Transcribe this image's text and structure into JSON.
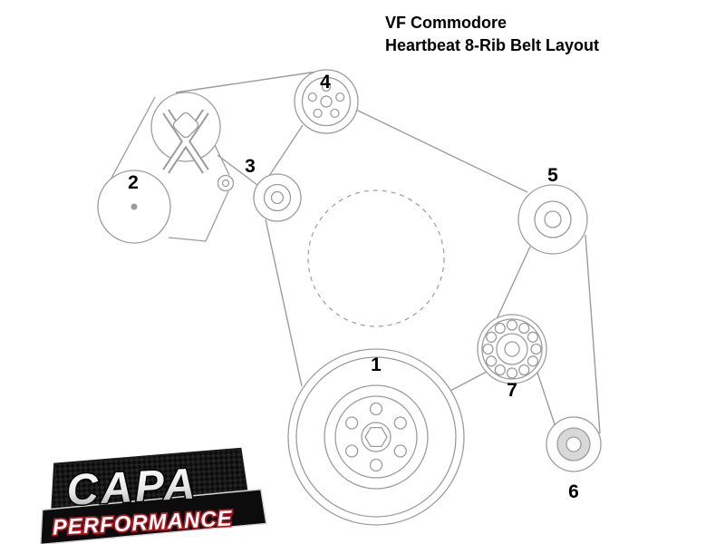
{
  "title": {
    "line1": "VF Commodore",
    "line2": "Heartbeat 8-Rib Belt Layout"
  },
  "labels": {
    "p1": "1",
    "p2": "2",
    "p3": "3",
    "p4": "4",
    "p5": "5",
    "p6": "6",
    "p7": "7"
  },
  "logo": {
    "line1": "CAPA",
    "line2": "PERFORMANCE"
  },
  "colors": {
    "diagram_line": "#9c9c9c",
    "label_text": "#000000",
    "background": "#ffffff",
    "logo_red": "#b01520",
    "logo_black": "#0c0c0c"
  }
}
